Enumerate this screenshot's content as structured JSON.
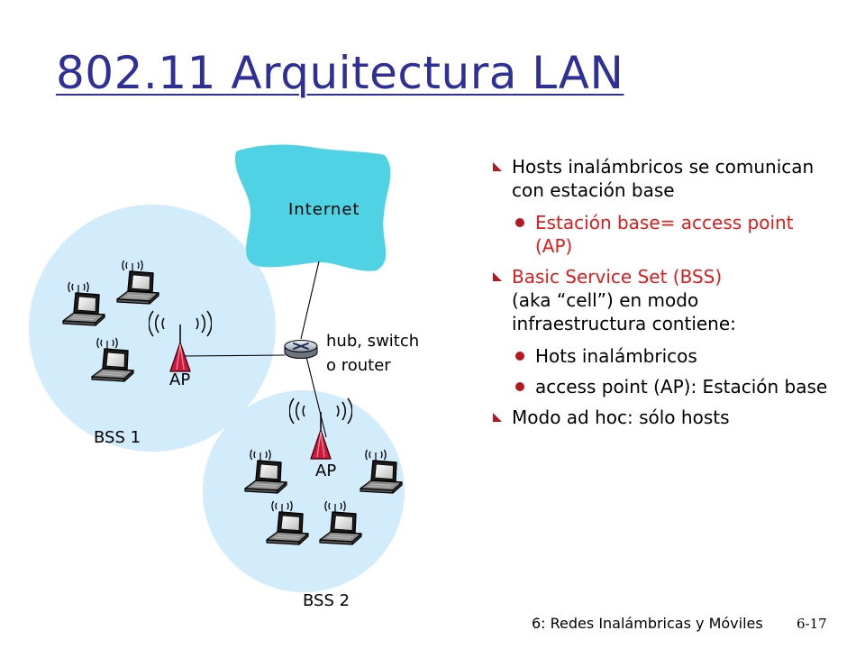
{
  "title": "802.11 Arquitectura LAN",
  "diagram": {
    "internet_label": "Internet",
    "device_label_line1": "hub, switch",
    "device_label_line2": "o router",
    "ap1_label": "AP",
    "ap2_label": "AP",
    "bss1_label": "BSS 1",
    "bss2_label": "BSS 2",
    "colors": {
      "internet_cloud": "#4fd3e4",
      "bss_cell": "#d2ecfb",
      "antenna": "#cc1a3a"
    }
  },
  "bullets": [
    {
      "level": 1,
      "color": "default",
      "text": "Hosts inalámbricos se comunican con estación base"
    },
    {
      "level": 2,
      "color": "red",
      "text": "Estación base= access point (AP)"
    },
    {
      "level": 1,
      "color": "red",
      "text": "Basic Service Set (BSS)"
    },
    {
      "level": 1,
      "color": "default",
      "continuation": true,
      "text": "(aka “cell”) en modo infraestructura contiene:"
    },
    {
      "level": 2,
      "color": "default",
      "text": "Hots inalámbricos"
    },
    {
      "level": 2,
      "color": "default",
      "text": "access point (AP): Estación base"
    },
    {
      "level": 1,
      "color": "default",
      "text": "Modo ad hoc: sólo hosts"
    }
  ],
  "footer": "6: Redes Inalámbricas y Móviles",
  "page_number": "6-17",
  "colors": {
    "title": "#2e2f97",
    "bullet_marker": "#b41820",
    "red_text": "#e11b1b"
  }
}
